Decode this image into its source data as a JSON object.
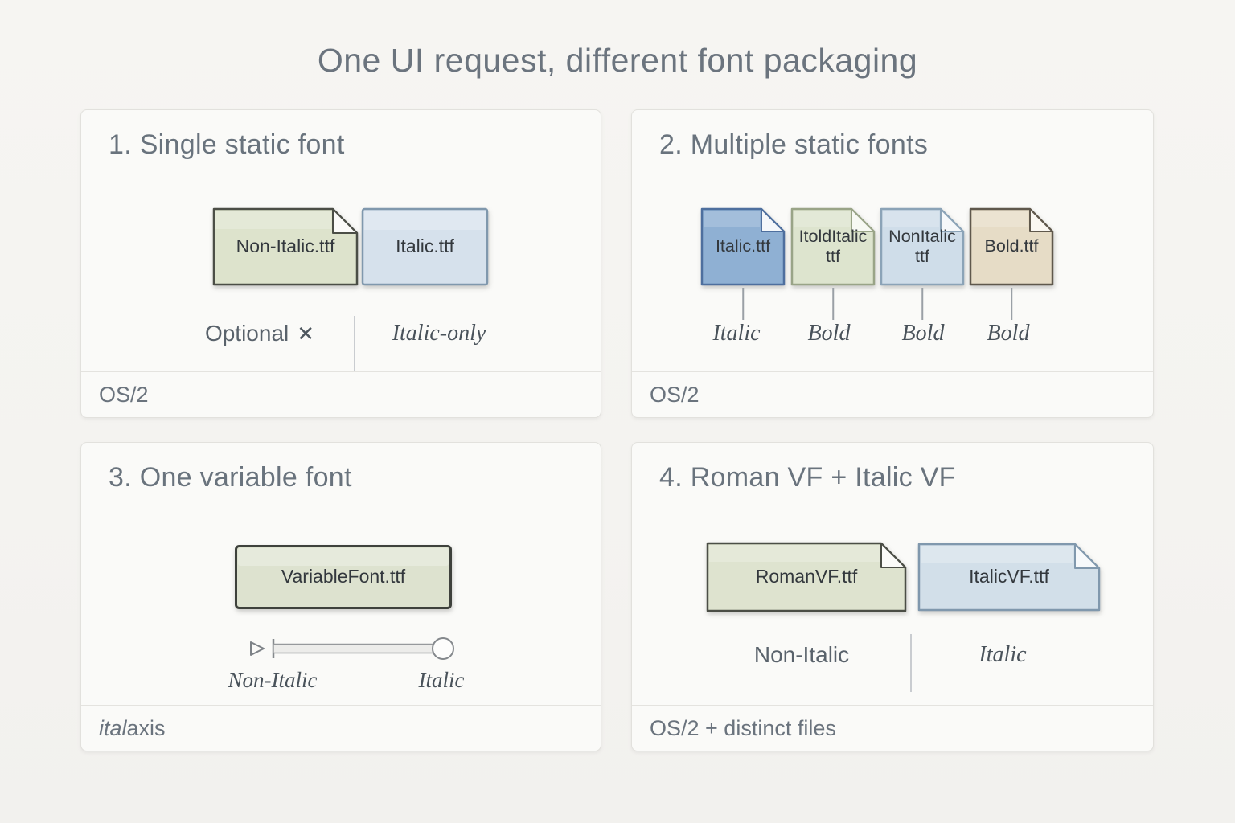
{
  "title": "One UI request, different font packaging",
  "colors": {
    "page_bg": "#f4f3f0",
    "panel_bg": "#fafaf8",
    "panel_border": "#e2e1dd",
    "heading_text": "#69737d",
    "caption_text": "#49525a",
    "footer_text": "#6a737d",
    "file_text": "#33383d"
  },
  "panels": [
    {
      "heading": "1. Single static font",
      "files": [
        {
          "label": "Non-Italic.ttf",
          "fill": "#dde3cc",
          "stroke": "#4b4e46"
        },
        {
          "label": "Italic.ttf",
          "fill": "#d6e1ec",
          "stroke": "#8098ad"
        }
      ],
      "captions": [
        {
          "text": "Optional",
          "icon": "✕"
        },
        {
          "text": "Italic-only"
        }
      ],
      "footer": "OS/2"
    },
    {
      "heading": "2. Multiple static fonts",
      "files": [
        {
          "label": "Italic.ttf",
          "fill": "#8fb0d3",
          "stroke": "#4e6f9e",
          "caption": "Italic"
        },
        {
          "label": "ItoldItalic ttf",
          "fill": "#dde4ce",
          "stroke": "#99a487",
          "caption": "Bold"
        },
        {
          "label": "NonItalic ttf",
          "fill": "#cfdde9",
          "stroke": "#8ba3b7",
          "caption": "Bold"
        },
        {
          "label": "Bold.ttf",
          "fill": "#e6dcc6",
          "stroke": "#5f584c",
          "caption": "Bold"
        }
      ],
      "footer": "OS/2"
    },
    {
      "heading": "3. One variable font",
      "file": {
        "label": "VariableFont.ttf",
        "fill": "#dde2cf",
        "stroke": "#3e413c"
      },
      "slider": {
        "left_label": "Non-Italic",
        "right_label": "Italic"
      },
      "footer_em": "ital",
      "footer_rest": " axis"
    },
    {
      "heading": "4. Roman VF + Italic VF",
      "files": [
        {
          "label": "RomanVF.ttf",
          "fill": "#dee3cf",
          "stroke": "#4b4e46"
        },
        {
          "label": "ItalicVF.ttf",
          "fill": "#d2dfe9",
          "stroke": "#8098ad"
        }
      ],
      "captions": [
        {
          "text": "Non-Italic"
        },
        {
          "text": "Italic"
        }
      ],
      "footer": "OS/2 + distinct files"
    }
  ]
}
